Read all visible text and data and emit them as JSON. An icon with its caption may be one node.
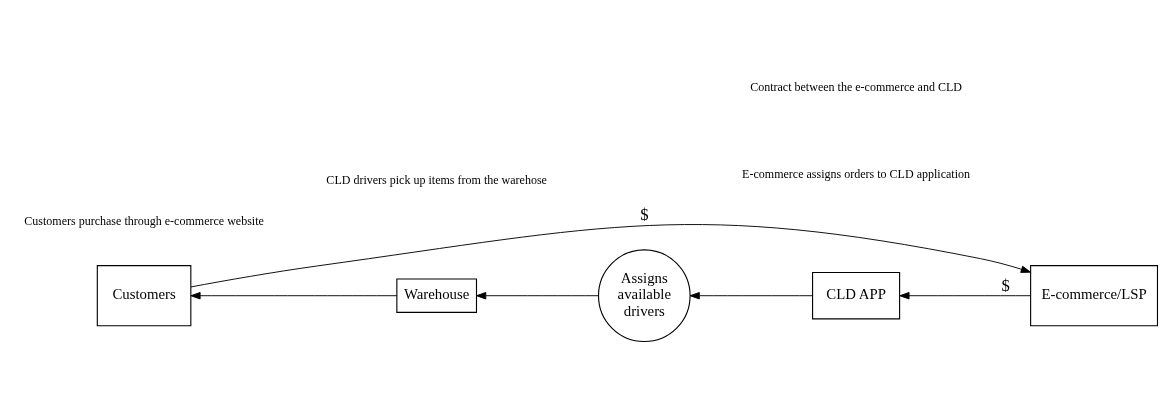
{
  "diagram": {
    "nodes": [
      {
        "text": [
          "Customers"
        ]
      },
      {
        "text": [
          "Warehouse"
        ]
      },
      {
        "text": [
          "Assigns available drivers"
        ]
      },
      {
        "text": [
          "CLD APP"
        ]
      },
      {
        "text": [
          "E-commerce/LSP"
        ]
      }
    ],
    "edges": [
      {
        "from": 1,
        "to": 0,
        "arrow": "to"
      },
      {
        "from": 2,
        "to": 1,
        "arrow": "to"
      },
      {
        "from": 3,
        "to": 2,
        "arrow": "to"
      },
      {
        "from": 4,
        "to": 3,
        "arrow": "to",
        "label": "$"
      },
      {
        "from": 0,
        "to": 4,
        "arrow": "to",
        "label": "$"
      }
    ],
    "labels": [
      "Contract between the e-commerce and CLD",
      "E-commerce assigns orders to CLD application",
      "CLD drivers pick up items from the warehose",
      "Customers purchase through e-commerce website"
    ]
  }
}
